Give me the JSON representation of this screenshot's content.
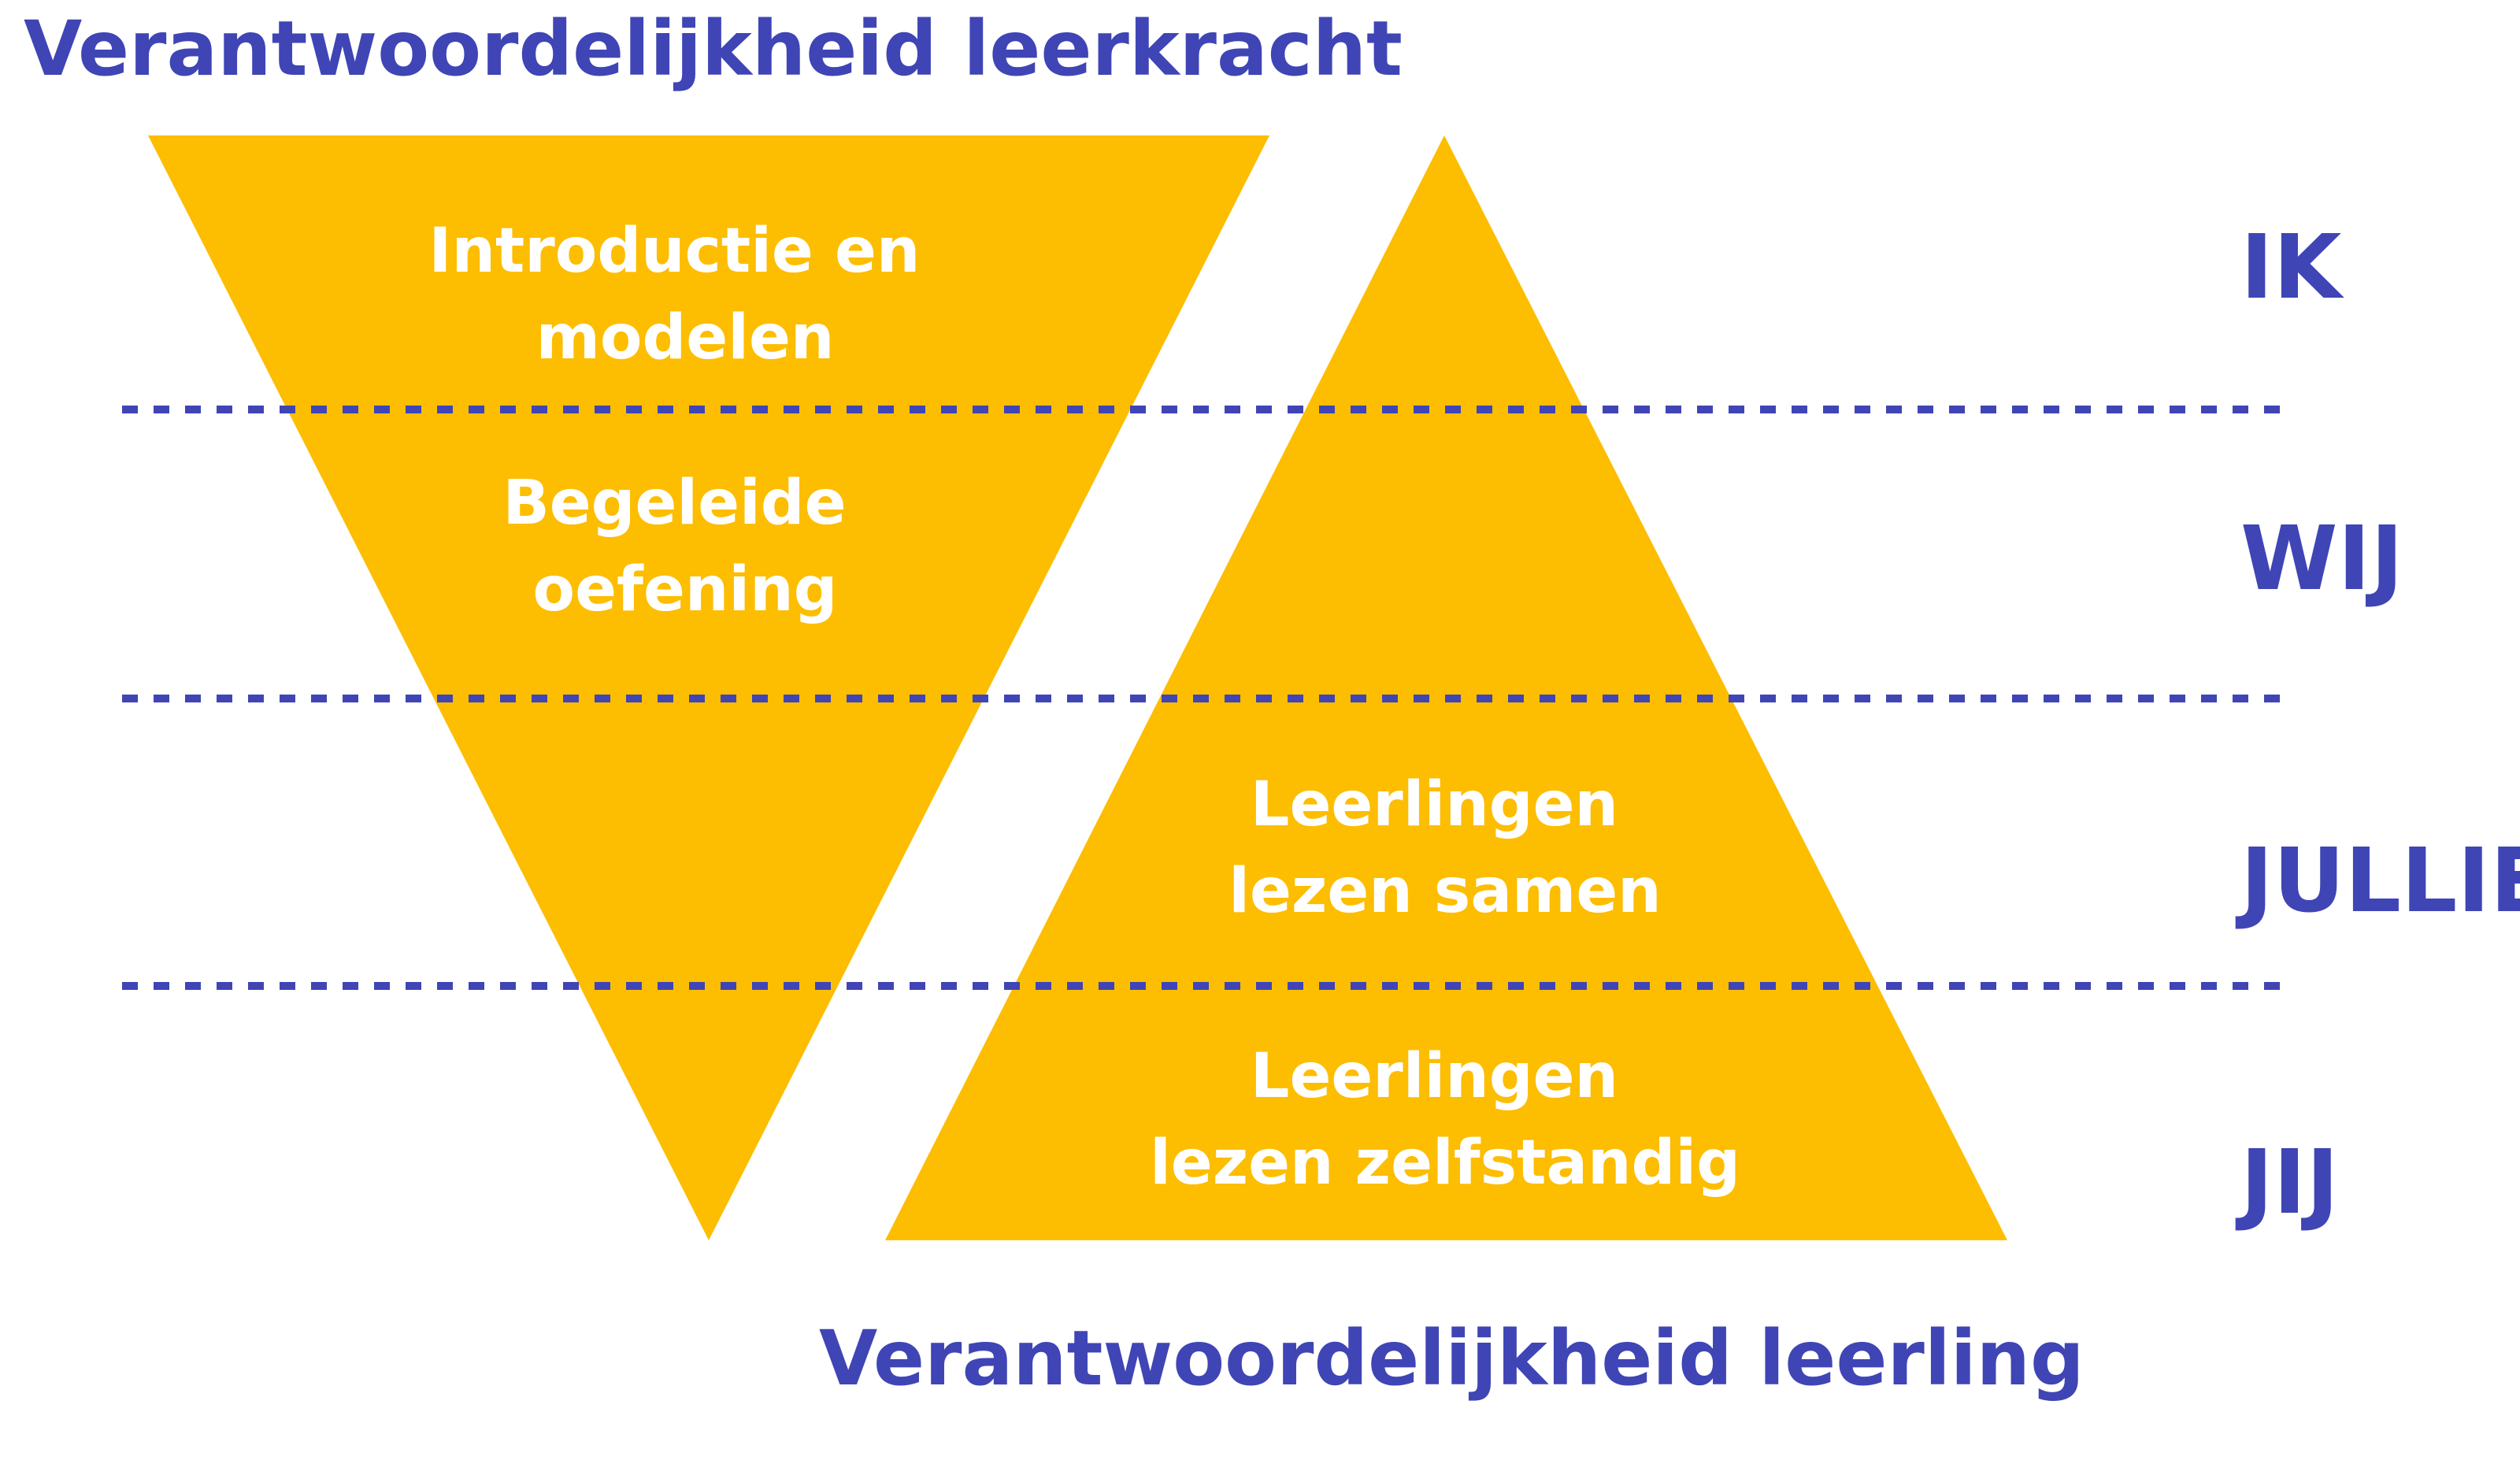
{
  "colors": {
    "accent_blue": "#3f45b5",
    "triangle_yellow": "#fdbd00",
    "triangle_text": "#ffffff",
    "background": "#ffffff"
  },
  "titles": {
    "teacher": "Verantwoordelijkheid leerkracht",
    "student": "Verantwoordelijkheid leerling"
  },
  "stages": [
    {
      "label": "IK"
    },
    {
      "label": "WIJ"
    },
    {
      "label": "JULLIE"
    },
    {
      "label": "JIJ"
    }
  ],
  "teacher_triangle": {
    "blocks": [
      {
        "lines": [
          "Introductie en",
          "modelen"
        ]
      },
      {
        "lines": [
          "Begeleide",
          "oefening"
        ]
      }
    ]
  },
  "student_triangle": {
    "blocks": [
      {
        "lines": [
          "Leerlingen",
          "lezen samen"
        ]
      },
      {
        "lines": [
          "Leerlingen",
          "lezen zelfstandig"
        ]
      }
    ]
  }
}
